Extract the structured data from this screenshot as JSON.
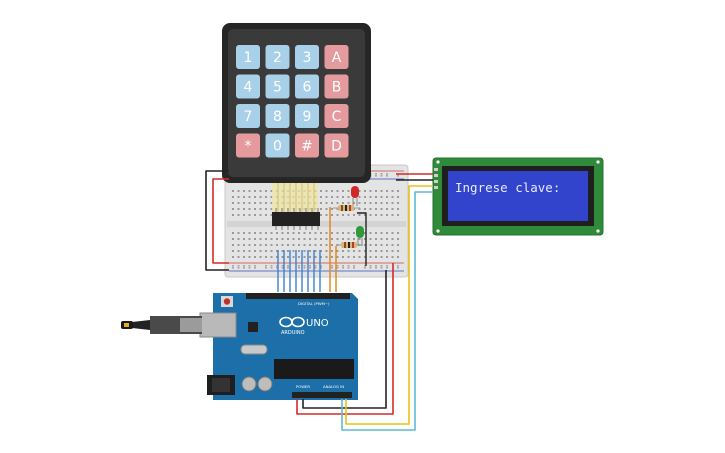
{
  "keypad": {
    "rows": [
      [
        "1",
        "2",
        "3",
        "A"
      ],
      [
        "4",
        "5",
        "6",
        "B"
      ],
      [
        "7",
        "8",
        "9",
        "C"
      ],
      [
        "*",
        "0",
        "#",
        "D"
      ]
    ],
    "colors": {
      "blue": "#a8d0e8",
      "red": "#e59a9e",
      "body": "#262626"
    }
  },
  "lcd": {
    "text": "Ingrese clave:",
    "colors": {
      "pcb": "#2f8a3a",
      "screen": "#3344cc",
      "text": "#e8ecff"
    }
  },
  "arduino": {
    "brand": "ARDUINO",
    "model": "UNO",
    "labels": {
      "digital": "DIGITAL (PWM~)",
      "power": "POWER",
      "analog": "ANALOG IN"
    },
    "color": "#1c6fa8"
  },
  "breadboard": {
    "color": "#e6e6e6"
  },
  "components": {
    "red_led": "led-red",
    "green_led": "led-green",
    "resistor_1": "resistor",
    "resistor_2": "resistor",
    "ic": "ic-chip",
    "usb": "usb-cable"
  },
  "wire_colors": {
    "red": "#d62828",
    "black": "#222222",
    "blue": "#3a7fd0",
    "orange": "#e08a1e",
    "yellow": "#e8c21a",
    "cyan": "#5fb9d6"
  }
}
